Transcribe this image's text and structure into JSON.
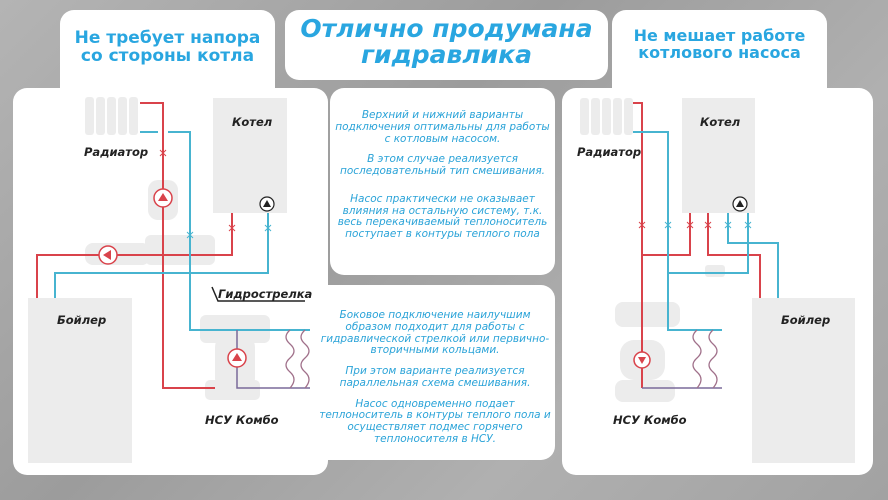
{
  "title": "Отлично продумана гидравлика",
  "left": {
    "heading": "Не требует напора со стороны котла",
    "labels": {
      "radiator": "Радиатор",
      "boiler_unit": "Котел",
      "water_heater": "Бойлер",
      "hydro_separator": "Гидрострелка",
      "mixing_unit": "НСУ Комбо"
    }
  },
  "right": {
    "heading": "Не мешает работе котлового насоса",
    "labels": {
      "radiator": "Радиатор",
      "boiler_unit": "Котел",
      "water_heater": "Бойлер",
      "mixing_unit": "НСУ Комбо"
    }
  },
  "center_top": {
    "paragraphs": [
      "Верхний и нижний варианты подключения оптимальны для работы с котловым насосом.",
      "В этом случае реализуется последовательный тип смешивания.",
      "Насос практически не оказывает влияния на остальную систему, т.к. весь перекачиваемый теплоноситель поступает в контуры теплого пола"
    ]
  },
  "center_bottom": {
    "paragraphs": [
      "Боковое подключение наилучшим образом подходит для работы с гидравлической стрелкой или первично-вторичными кольцами.",
      "При этом варианте реализуется параллельная схема смешивания.",
      "Насос одновременно подает теплоноситель в контуры теплого пола и осуществляет подмес горячего теплоносителя в НСУ."
    ]
  },
  "colors": {
    "hot": "#d9434b",
    "cold": "#47b4d0",
    "accent": "#29a6e0"
  }
}
